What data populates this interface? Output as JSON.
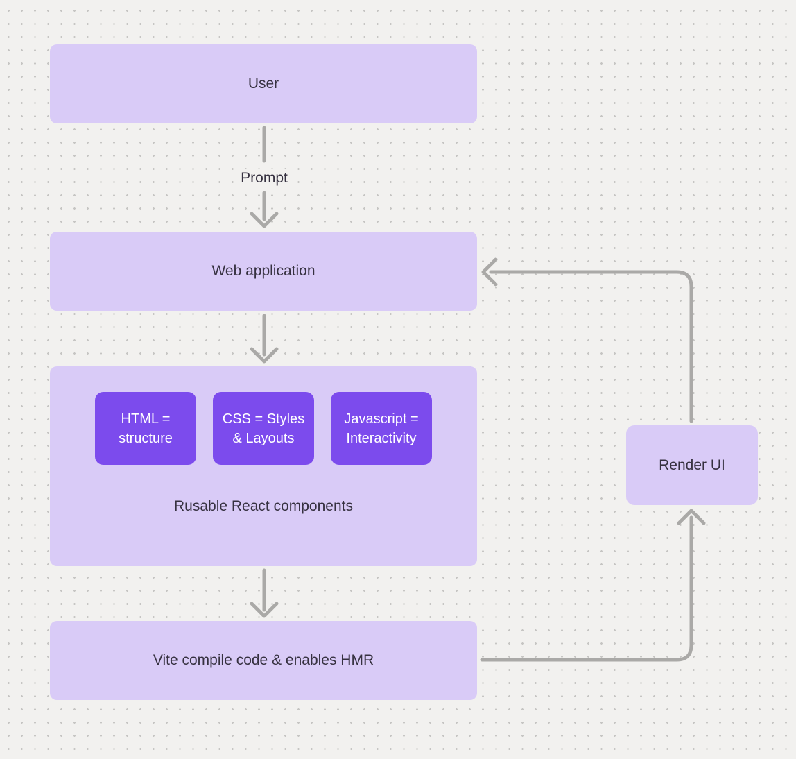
{
  "theme": {
    "canvas_bg": "#f2f1ef",
    "dot_color": "#c6c5c3",
    "node_fill": "#d9cbf7",
    "inner_node_fill": "#7c4bed",
    "connector_color": "#aaa9a7",
    "text_color": "#363140",
    "inner_text_color": "#ffffff"
  },
  "nodes": {
    "user": {
      "label": "User"
    },
    "web_application": {
      "label": "Web application"
    },
    "components_group": {
      "label": "Rusable React components",
      "children": [
        {
          "label": "HTML =\nstructure"
        },
        {
          "label": "CSS = Styles\n& Layouts"
        },
        {
          "label": "Javascript =\nInteractivity"
        }
      ]
    },
    "vite": {
      "label": "Vite compile code & enables HMR"
    },
    "render_ui": {
      "label": "Render UI"
    }
  },
  "edges": {
    "prompt_label": "Prompt"
  }
}
